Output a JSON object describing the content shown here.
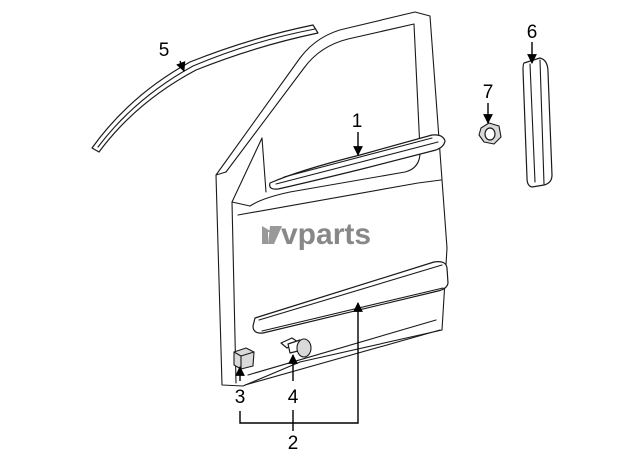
{
  "watermark": {
    "text": "vparts"
  },
  "callouts": [
    {
      "id": "label-1",
      "text": "1"
    },
    {
      "id": "label-2",
      "text": "2"
    },
    {
      "id": "label-3",
      "text": "3"
    },
    {
      "id": "label-4",
      "text": "4"
    },
    {
      "id": "label-5",
      "text": "5"
    },
    {
      "id": "label-6",
      "text": "6"
    },
    {
      "id": "label-7",
      "text": "7"
    }
  ]
}
